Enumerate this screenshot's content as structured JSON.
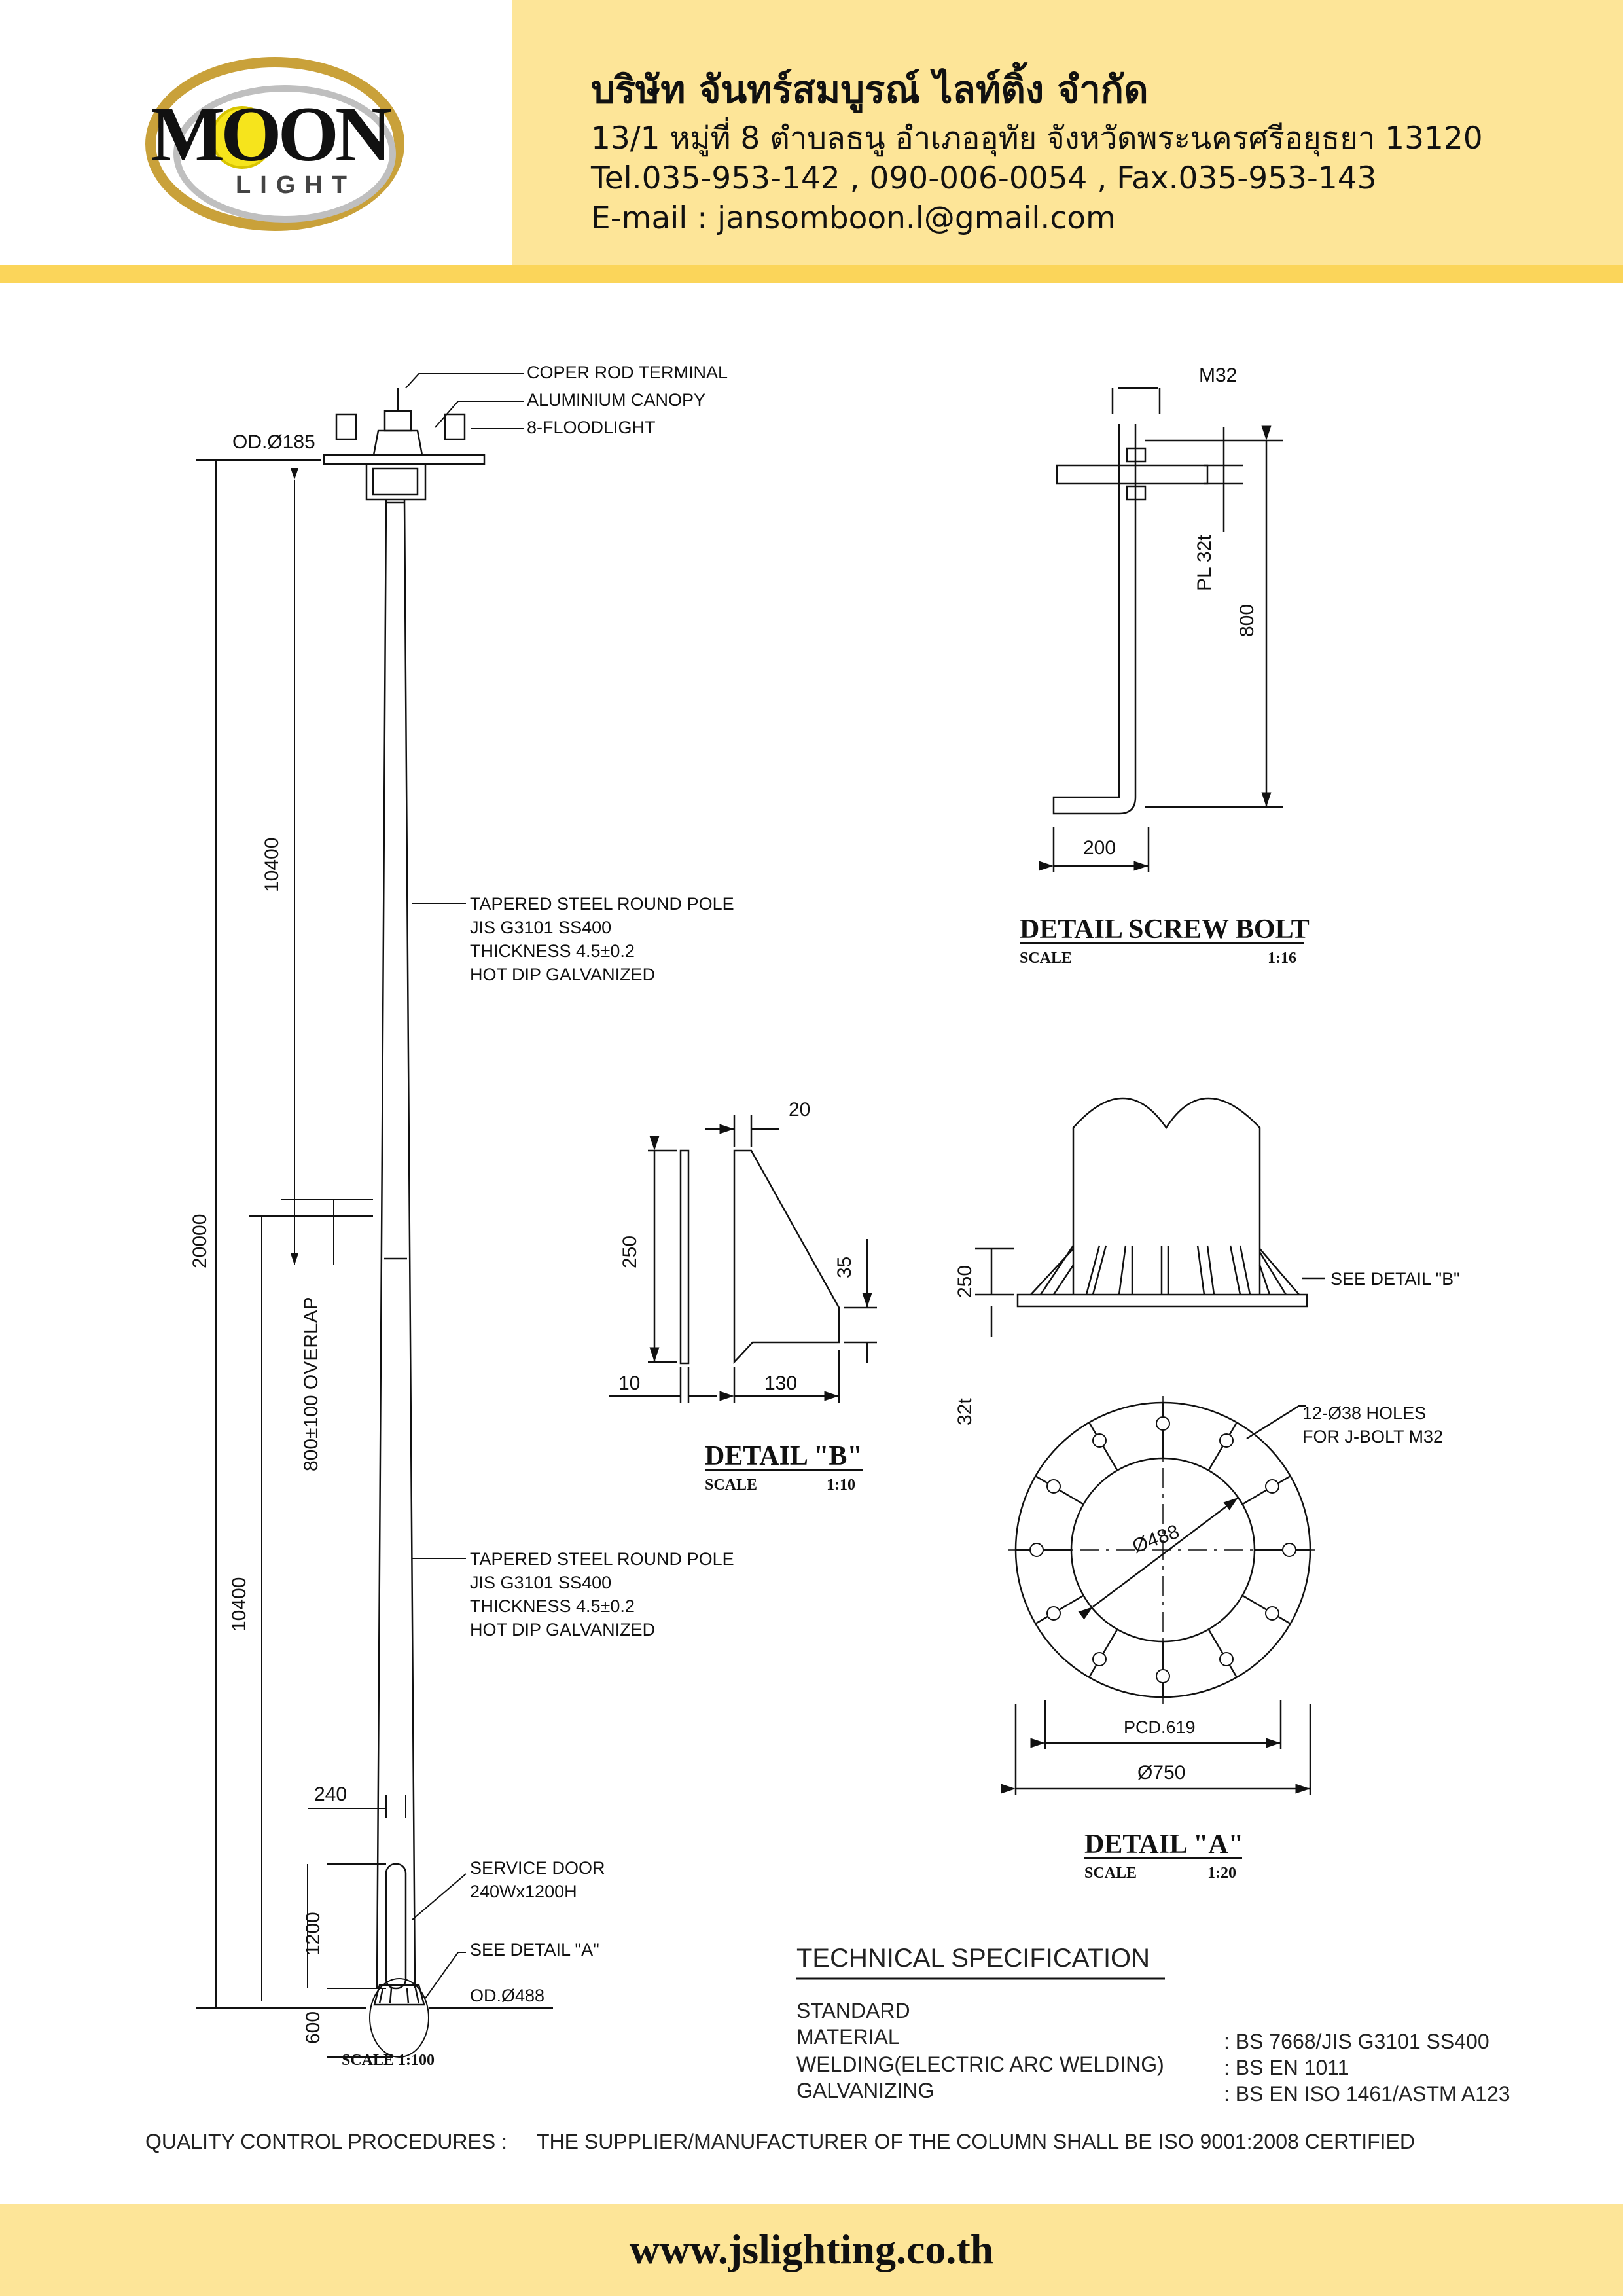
{
  "header": {
    "logo_main": "MOON",
    "logo_sub": "LIGHT",
    "company_name": "บริษัท จันทร์สมบูรณ์ ไลท์ติ้ง จำกัด",
    "address": "13/1 หมู่ที่ 8 ตำบลธนู อำเภออุทัย จังหวัดพระนครศรีอยุธยา 13120",
    "phone": "Tel.035-953-142 , 090-006-0054 , Fax.035-953-143",
    "email": "E-mail : jansomboon.l@gmail.com"
  },
  "pole": {
    "copper_rod": "COPER ROD TERMINAL",
    "canopy": "ALUMINIUM CANOPY",
    "floodlight": "8-FLOODLIGHT",
    "od_top": "OD.Ø185",
    "upper_section": [
      "TAPERED STEEL ROUND POLE",
      "JIS G3101 SS400",
      "THICKNESS 4.5±0.2",
      "HOT DIP GALVANIZED"
    ],
    "lower_section": [
      "TAPERED STEEL ROUND POLE",
      "JIS G3101 SS400",
      "THICKNESS 4.5±0.2",
      "HOT DIP GALVANIZED"
    ],
    "dim_upper": "10400",
    "dim_total": "20000",
    "dim_overlap": "800±100 OVERLAP",
    "dim_lower": "10400",
    "dim_door_width": "240",
    "dim_door_height": "1200",
    "dim_base": "600",
    "service_door": [
      "SERVICE DOOR",
      "240Wx1200H"
    ],
    "see_detail_a": "SEE DETAIL \"A\"",
    "od_bottom": "OD.Ø488",
    "scale": "SCALE    1:100"
  },
  "screw_bolt": {
    "title": "DETAIL  SCREW  BOLT",
    "scale_label": "SCALE",
    "scale_value": "1:16",
    "m32": "M32",
    "pl": "PL 32t",
    "length": "800",
    "foot": "200"
  },
  "detail_b": {
    "title": "DETAIL  \"B\"",
    "scale_label": "SCALE",
    "scale_value": "1:10",
    "dim_20": "20",
    "dim_250": "250",
    "dim_35": "35",
    "dim_10": "10",
    "dim_130": "130"
  },
  "detail_a": {
    "title": "DETAIL  \"A\"",
    "scale_label": "SCALE",
    "scale_value": "1:20",
    "see_detail_b": "SEE  DETAIL  \"B\"",
    "dim_250": "250",
    "dim_32t": "32t",
    "holes": [
      "12-Ø38  HOLES",
      "FOR  J-BOLT  M32"
    ],
    "inner_dia": "Ø488",
    "pcd": "PCD.619",
    "outer_dia": "Ø750"
  },
  "spec": {
    "title": "TECHNICAL SPECIFICATION",
    "rows": [
      {
        "label": "STANDARD",
        "value": ""
      },
      {
        "label": "MATERIAL",
        "value": ": BS 7668/JIS G3101 SS400"
      },
      {
        "label": "WELDING(ELECTRIC ARC WELDING)",
        "value": ": BS EN 1011"
      },
      {
        "label": "GALVANIZING",
        "value": ": BS EN ISO 1461/ASTM A123"
      }
    ],
    "qc_label": "QUALITY CONTROL PROCEDURES  :",
    "qc_text": "THE SUPPLIER/MANUFACTURER OF THE COLUMN SHALL BE ISO 9001:2008 CERTIFIED"
  },
  "footer": {
    "url": "www.jslighting.co.th"
  },
  "colors": {
    "band": "#fde598",
    "stripe": "#fbd55a",
    "logo_gold": "#c9a13a",
    "logo_yellow": "#f6e41c"
  }
}
